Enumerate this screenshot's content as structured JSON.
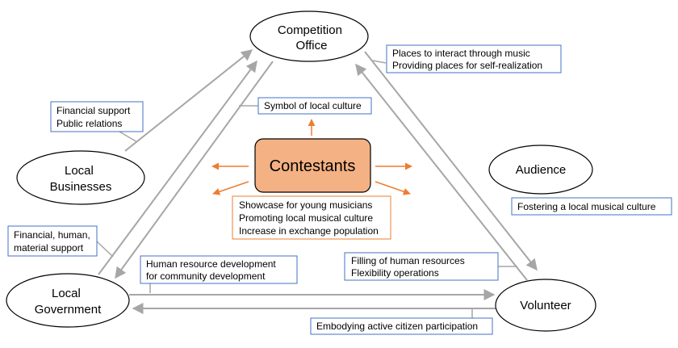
{
  "colors": {
    "arrow_gray": "#a6a6a6",
    "box_blue": "#4472c4",
    "accent_orange": "#ed7d31",
    "center_fill": "#f4b183",
    "node_stroke": "#000000"
  },
  "nodes": {
    "competition_office": [
      "Competition",
      "Office"
    ],
    "local_businesses": [
      "Local",
      "Businesses"
    ],
    "local_government": [
      "Local",
      "Government"
    ],
    "audience": [
      "Audience"
    ],
    "volunteer": [
      "Volunteer"
    ],
    "contestants": [
      "Contestants"
    ]
  },
  "notes": {
    "financial_support": [
      "Financial support",
      "Public relations"
    ],
    "places_interact": [
      "Places to interact through music",
      "Providing places for self-realization"
    ],
    "symbol_culture": [
      "Symbol of local culture"
    ],
    "contestant_effects": [
      "Showcase for young musicians",
      "Promoting local musical culture",
      "Increase in exchange population"
    ],
    "fostering_culture": [
      "Fostering a local musical culture"
    ],
    "financial_human": [
      "Financial, human,",
      "material support"
    ],
    "human_resource_dev": [
      "Human resource development",
      "for community development"
    ],
    "filling_human": [
      "Filling of human resources",
      "Flexibility operations"
    ],
    "active_citizen": [
      "Embodying active citizen participation"
    ]
  }
}
